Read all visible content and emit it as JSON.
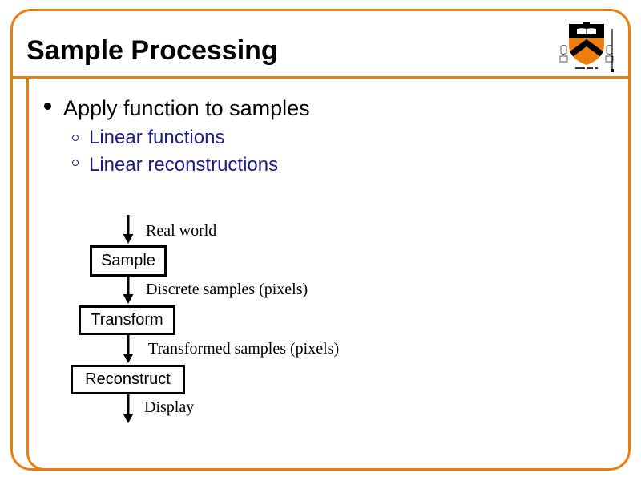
{
  "slide": {
    "title": "Sample Processing",
    "logo": {
      "name": "princeton-shield"
    },
    "bullets": {
      "main": "Apply function to samples",
      "sub": [
        "Linear functions",
        "Linear reconstructions"
      ]
    },
    "diagram": {
      "boxes": [
        "Sample",
        "Transform",
        "Reconstruct"
      ],
      "labels": [
        "Real world",
        "Discrete samples (pixels)",
        "Transformed samples (pixels)",
        "Display"
      ]
    },
    "colors": {
      "frame_orange": "#ED7E0D",
      "sub_bullet_blue": "#1C1C86",
      "text_black": "#000000"
    }
  }
}
